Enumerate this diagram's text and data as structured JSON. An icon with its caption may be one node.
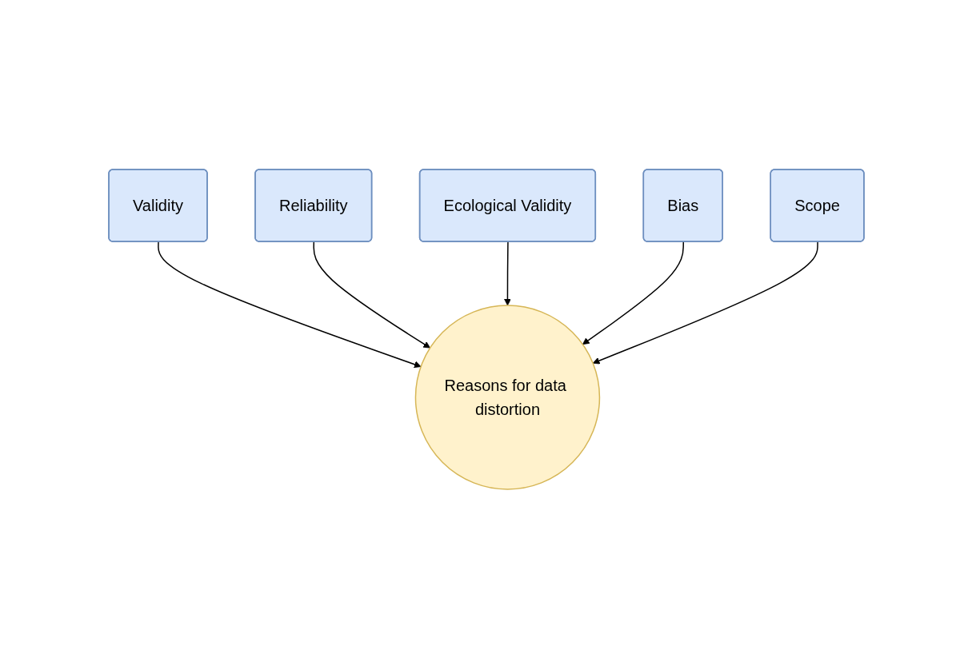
{
  "diagram": {
    "nodes": [
      {
        "text": [
          "Validity"
        ]
      },
      {
        "text": [
          "Reliability"
        ]
      },
      {
        "text": [
          "Reasons for data distortion"
        ]
      },
      {
        "text": [
          "Ecological Validity"
        ]
      },
      {
        "text": [
          "Bias"
        ]
      },
      {
        "text": [
          "Scope"
        ]
      }
    ],
    "edges": [
      {
        "from": 0,
        "to": 2,
        "arrow": "to"
      },
      {
        "from": 1,
        "to": 2,
        "arrow": "to"
      },
      {
        "from": 3,
        "to": 2,
        "arrow": "to"
      },
      {
        "from": 4,
        "to": 2,
        "arrow": "to"
      },
      {
        "from": 5,
        "to": 2,
        "arrow": "to"
      }
    ]
  }
}
